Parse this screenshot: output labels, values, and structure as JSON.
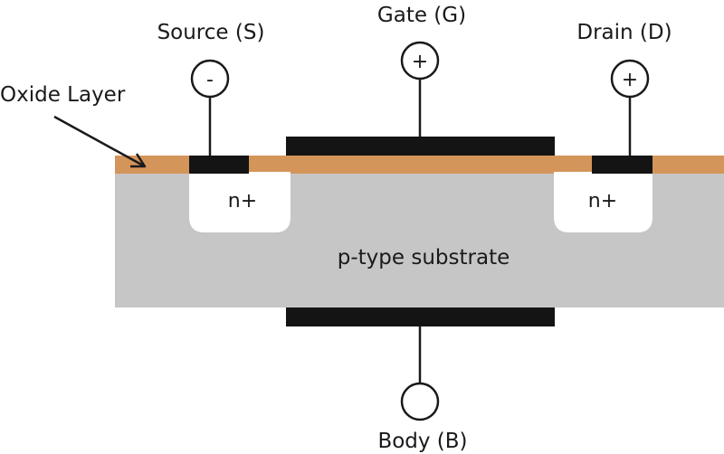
{
  "labels": {
    "source": "Source (S)",
    "gate": "Gate (G)",
    "drain": "Drain (D)",
    "body": "Body (B)",
    "oxide": "Oxide Layer",
    "substrate": "p-type substrate",
    "n_source": "n+",
    "n_drain": "n+"
  },
  "terminal_signs": {
    "source": "-",
    "gate": "+",
    "drain": "+",
    "body": ""
  },
  "colors": {
    "oxide": "#d4955a",
    "substrate": "#c6c6c6",
    "metal": "#141414",
    "n_region": "#ffffff",
    "wire": "#1a1a1a"
  }
}
